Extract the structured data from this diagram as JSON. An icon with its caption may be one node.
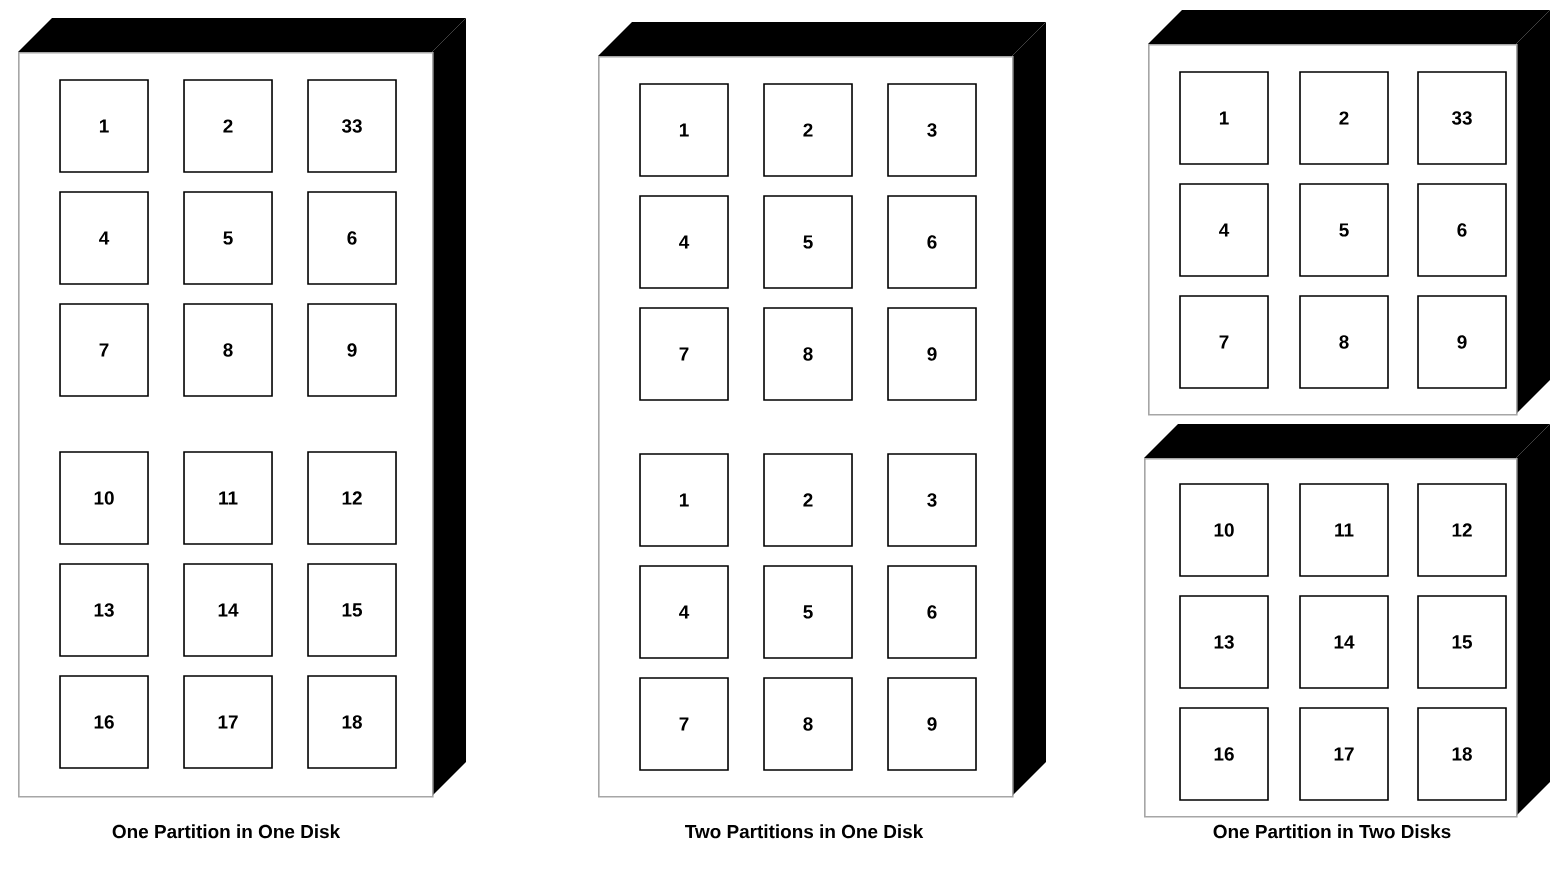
{
  "diagram": {
    "nodes": [
      {
        "text": [],
        "shape": "box",
        "beside": [
          "One Partition in One Disk"
        ]
      },
      {
        "text": [
          "1"
        ],
        "in": 0
      },
      {
        "text": [
          "2"
        ],
        "in": 0
      },
      {
        "text": [
          "33"
        ],
        "in": 0
      },
      {
        "text": [
          "4"
        ],
        "in": 0
      },
      {
        "text": [
          "5"
        ],
        "in": 0
      },
      {
        "text": [
          "6"
        ],
        "in": 0
      },
      {
        "text": [
          "7"
        ],
        "in": 0
      },
      {
        "text": [
          "8"
        ],
        "in": 0
      },
      {
        "text": [
          "9"
        ],
        "in": 0
      },
      {
        "text": [
          "10"
        ],
        "in": 0
      },
      {
        "text": [
          "11"
        ],
        "in": 0
      },
      {
        "text": [
          "12"
        ],
        "in": 0
      },
      {
        "text": [
          "13"
        ],
        "in": 0
      },
      {
        "text": [
          "14"
        ],
        "in": 0
      },
      {
        "text": [
          "15"
        ],
        "in": 0
      },
      {
        "text": [
          "16"
        ],
        "in": 0
      },
      {
        "text": [
          "17"
        ],
        "in": 0
      },
      {
        "text": [
          "18"
        ],
        "in": 0
      },
      {
        "text": [],
        "shape": "box",
        "beside": [
          "Two Partitions in One Disk"
        ]
      },
      {
        "text": [
          "1"
        ],
        "in": 19
      },
      {
        "text": [
          "2"
        ],
        "in": 19
      },
      {
        "text": [
          "3"
        ],
        "in": 19
      },
      {
        "text": [
          "4"
        ],
        "in": 19
      },
      {
        "text": [
          "5"
        ],
        "in": 19
      },
      {
        "text": [
          "6"
        ],
        "in": 19
      },
      {
        "text": [
          "7"
        ],
        "in": 19
      },
      {
        "text": [
          "8"
        ],
        "in": 19
      },
      {
        "text": [
          "9"
        ],
        "in": 19
      },
      {
        "text": [
          "1"
        ],
        "in": 19
      },
      {
        "text": [
          "2"
        ],
        "in": 19
      },
      {
        "text": [
          "3"
        ],
        "in": 19
      },
      {
        "text": [
          "4"
        ],
        "in": 19
      },
      {
        "text": [
          "5"
        ],
        "in": 19
      },
      {
        "text": [
          "6"
        ],
        "in": 19
      },
      {
        "text": [
          "7"
        ],
        "in": 19
      },
      {
        "text": [
          "8"
        ],
        "in": 19
      },
      {
        "text": [
          "9"
        ],
        "in": 19
      },
      {
        "text": [],
        "shape": "box"
      },
      {
        "text": [
          "1"
        ],
        "in": 38
      },
      {
        "text": [
          "2"
        ],
        "in": 38
      },
      {
        "text": [
          "33"
        ],
        "in": 38
      },
      {
        "text": [
          "4"
        ],
        "in": 38
      },
      {
        "text": [
          "5"
        ],
        "in": 38
      },
      {
        "text": [
          "6"
        ],
        "in": 38
      },
      {
        "text": [
          "7"
        ],
        "in": 38
      },
      {
        "text": [
          "8"
        ],
        "in": 38
      },
      {
        "text": [
          "9"
        ],
        "in": 38
      },
      {
        "text": [],
        "shape": "box",
        "beside": [
          "One Partition in Two Disks"
        ]
      },
      {
        "text": [
          "10"
        ],
        "in": 48
      },
      {
        "text": [
          "11"
        ],
        "in": 48
      },
      {
        "text": [
          "12"
        ],
        "in": 48
      },
      {
        "text": [
          "13"
        ],
        "in": 48
      },
      {
        "text": [
          "14"
        ],
        "in": 48
      },
      {
        "text": [
          "15"
        ],
        "in": 48
      },
      {
        "text": [
          "16"
        ],
        "in": 48
      },
      {
        "text": [
          "17"
        ],
        "in": 48
      },
      {
        "text": [
          "18"
        ],
        "in": 48
      }
    ]
  }
}
